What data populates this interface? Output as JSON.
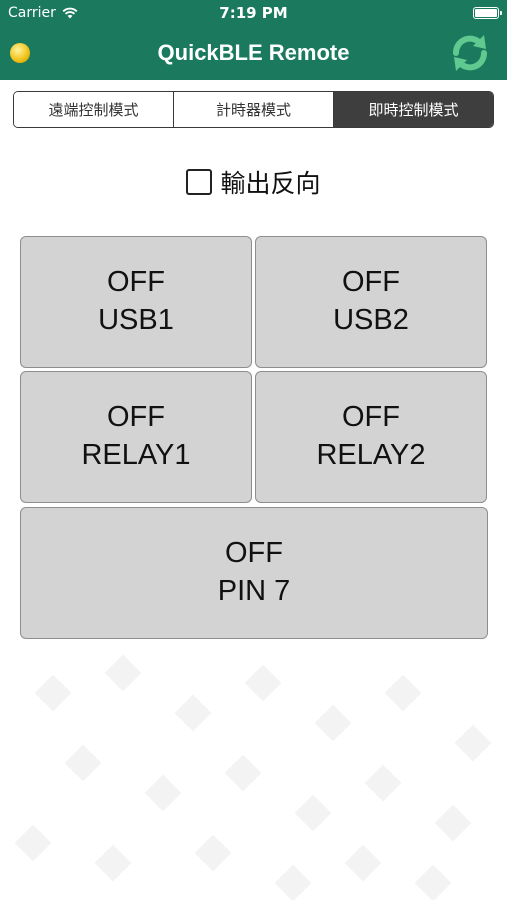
{
  "status_bar": {
    "carrier": "Carrier",
    "time": "7:19 PM"
  },
  "nav": {
    "title": "QuickBLE Remote",
    "status_icon": "yellow-dot-icon",
    "refresh_icon": "refresh-icon",
    "accent_color": "#1b7a5e"
  },
  "tabs": [
    {
      "label": "遠端控制模式",
      "active": false
    },
    {
      "label": "計時器模式",
      "active": false
    },
    {
      "label": "即時控制模式",
      "active": true
    }
  ],
  "invert_output": {
    "label": "輸出反向",
    "checked": false
  },
  "controls": [
    {
      "state": "OFF",
      "name": "USB1"
    },
    {
      "state": "OFF",
      "name": "USB2"
    },
    {
      "state": "OFF",
      "name": "RELAY1"
    },
    {
      "state": "OFF",
      "name": "RELAY2"
    },
    {
      "state": "OFF",
      "name": "PIN 7"
    }
  ]
}
